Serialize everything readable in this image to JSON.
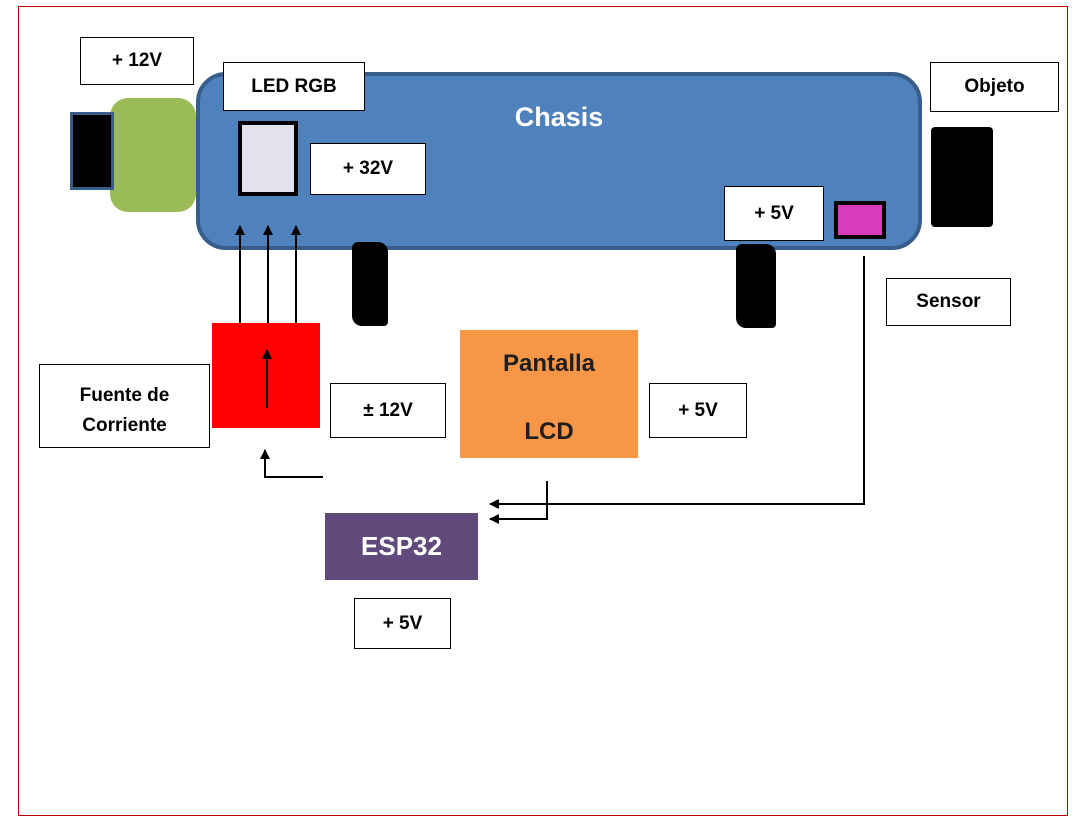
{
  "chasis": {
    "title": "Chasis"
  },
  "labels": {
    "plus12v": "+ 12V",
    "led_rgb": "LED RGB",
    "plus32v": "+ 32V",
    "objeto": "Objeto",
    "plus5v_sensor": "+ 5V",
    "sensor": "Sensor",
    "fuente_line1": "Fuente de",
    "fuente_line2": "Corriente",
    "pm12v": "± 12V",
    "plus5v_lcd": "+ 5V",
    "plus5v_esp": "+ 5V"
  },
  "pantalla": {
    "line1": "Pantalla",
    "line2": "LCD"
  },
  "esp32": {
    "label": "ESP32"
  },
  "colors": {
    "frame": "#c00000",
    "chasis": "#4f81bd",
    "chasis_border": "#385d8a",
    "plug": "#9bbb59",
    "led": "#e4e0ec",
    "sensor": "#d63cbc",
    "fuente": "#ff0000",
    "pantalla": "#f79646",
    "esp32": "#604a7b"
  }
}
